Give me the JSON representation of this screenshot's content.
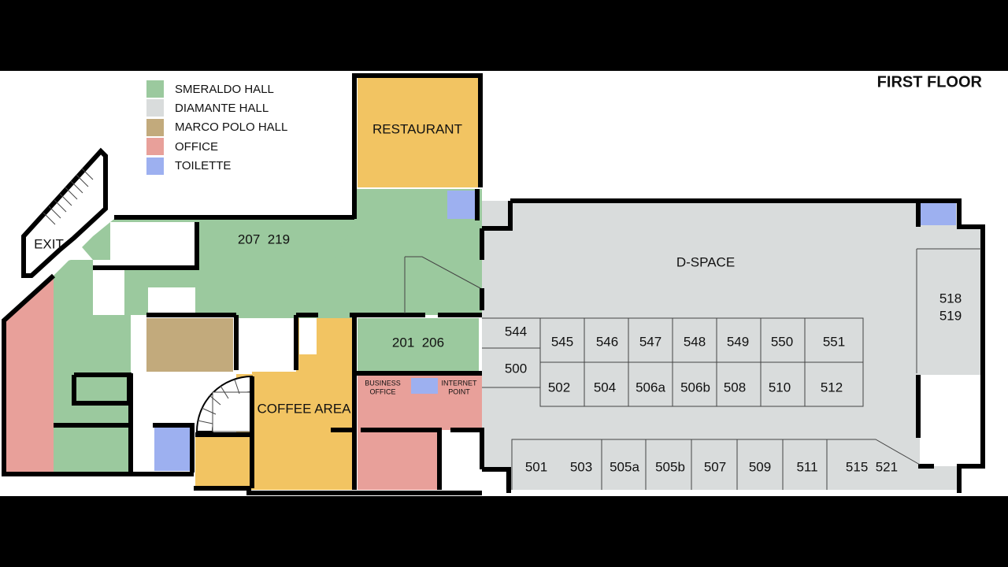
{
  "title": "FIRST FLOOR",
  "legend": [
    {
      "label": "SMERALDO HALL",
      "color": "#9bc99e"
    },
    {
      "label": "DIAMANTE HALL",
      "color": "#d9dcdc"
    },
    {
      "label": "MARCO POLO HALL",
      "color": "#c2aa7c"
    },
    {
      "label": "OFFICE",
      "color": "#e8a09a"
    },
    {
      "label": "TOILETTE",
      "color": "#9db0f0"
    }
  ],
  "colors": {
    "smeraldo": "#9bc99e",
    "diamante": "#d9dcdc",
    "marco_polo": "#c2aa7c",
    "office": "#e8a09a",
    "toilette": "#9db0f0",
    "food": "#f2c462",
    "wall": "#000000",
    "white": "#ffffff"
  },
  "areas": {
    "exit": "EXIT",
    "restaurant": "RESTAURANT",
    "coffee_area": "COFFEE AREA",
    "d_space": "D-SPACE",
    "business_office_1": "BUSINESS",
    "business_office_2": "OFFICE",
    "internet_point_1": "INTERNET",
    "internet_point_2": "POINT",
    "hall_207_219": "207  219",
    "hall_201_206": "201  206"
  },
  "rooms": {
    "r544": "544",
    "r500": "500",
    "r545": "545",
    "r546": "546",
    "r547": "547",
    "r548": "548",
    "r549": "549",
    "r550": "550",
    "r551": "551",
    "r502": "502",
    "r504": "504",
    "r506a": "506a",
    "r506b": "506b",
    "r508": "508",
    "r510": "510",
    "r512": "512",
    "r501": "501",
    "r503": "503",
    "r505a": "505a",
    "r505b": "505b",
    "r507": "507",
    "r509": "509",
    "r511": "511",
    "r515_521": "515  521",
    "r518": "518",
    "r519": "519"
  }
}
